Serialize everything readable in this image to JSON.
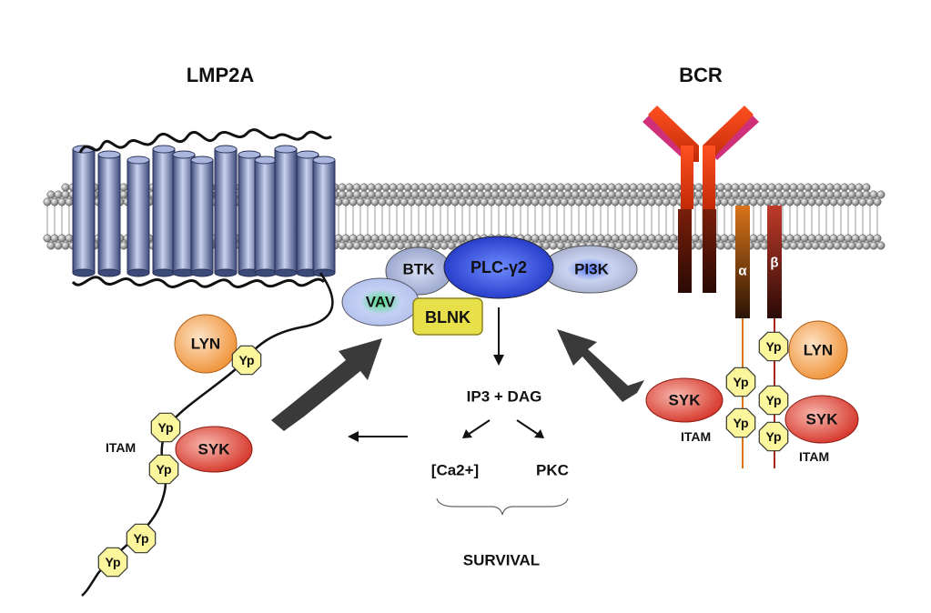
{
  "titles": {
    "lmp2a": "LMP2A",
    "bcr": "BCR"
  },
  "complex": {
    "btk": "BTK",
    "plc": "PLC-γ2",
    "pi3k": "PI3K",
    "vav": "VAV",
    "blnk": "BLNK"
  },
  "cascade": {
    "ip3_dag": "IP3 + DAG",
    "ca": "[Ca2+]",
    "pkc": "PKC",
    "survival": "SURVIVAL"
  },
  "lmp2a_side": {
    "lyn": "LYN",
    "syk": "SYK",
    "itam": "ITAM",
    "yp": "Yp"
  },
  "bcr_side": {
    "lyn": "LYN",
    "syk_left": "SYK",
    "syk_right": "SYK",
    "itam_left": "ITAM",
    "itam_right": "ITAM",
    "alpha": "α",
    "beta": "β",
    "yp": "Yp"
  },
  "colors": {
    "membrane_bead": "#7a7a7a",
    "helix": "#5d6fa3",
    "plc": "#2233cc",
    "btk": "#a8b4d8",
    "pi3k": "#a8b4d8",
    "vav": "#b8c6ee",
    "blnk": "#e8e04a",
    "lyn": "#f3a14a",
    "syk": "#d93a2c",
    "yp": "#fbf59c",
    "bcr_heavy": "#e8401a",
    "bcr_light": "#d0307a",
    "arrow": "#3a3a3a"
  }
}
